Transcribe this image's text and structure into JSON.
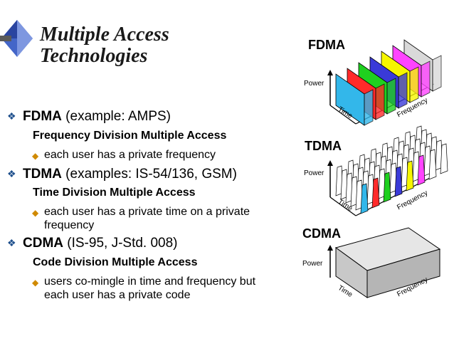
{
  "slide": {
    "title_line1": "Multiple Access",
    "title_line2": "Technologies",
    "items": [
      {
        "name": "FDMA",
        "detail": "(example: AMPS)",
        "subtitle": "Frequency Division Multiple Access",
        "points": [
          "each user has a private frequency"
        ]
      },
      {
        "name": "TDMA",
        "detail": "(examples: IS-54/136, GSM)",
        "subtitle": "Time Division Multiple Access",
        "points": [
          "each user has a private time on a private",
          "frequency"
        ]
      },
      {
        "name": "CDMA",
        "detail": "(IS-95, J-Std. 008)",
        "subtitle": "Code Division Multiple Access",
        "points": [
          "users co-mingle in time and frequency but",
          "each user has a private code"
        ]
      }
    ]
  },
  "diagrams": {
    "fdma": {
      "label": "FDMA",
      "power": "Power",
      "time": "Time",
      "frequency": "Frequency"
    },
    "tdma": {
      "label": "TDMA",
      "power": "Power",
      "time": "Time",
      "frequency": "Frequency"
    },
    "cdma": {
      "label": "CDMA",
      "power": "Power",
      "time": "Time",
      "frequency": "Frequency"
    }
  },
  "colors": {
    "bullet": "#1e4f8c",
    "sub_bullet": "#d08a00",
    "fdma_bands": [
      "#33b7ea",
      "#ff2a2a",
      "#1fd01f",
      "#3a3ad8",
      "#f6f600",
      "#ff44ff",
      "#d9d9d9"
    ]
  },
  "icons": {
    "logo": "diamond-icon",
    "bullet": "diamond-bullet-icon",
    "sub_bullet": "small-diamond-icon"
  }
}
